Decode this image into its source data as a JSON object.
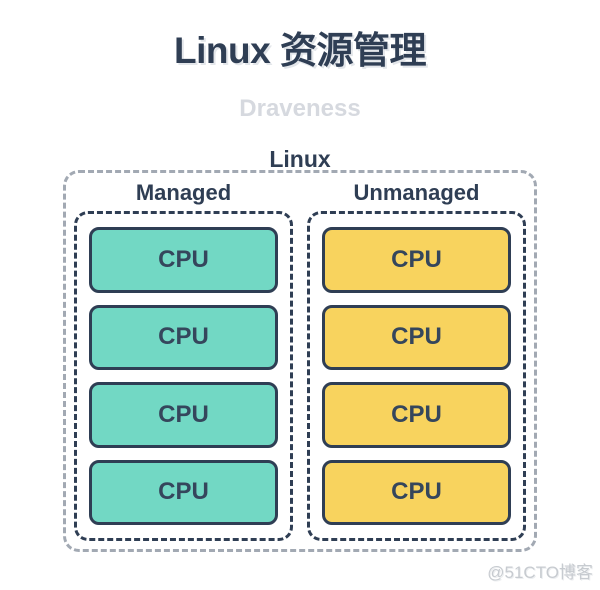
{
  "page": {
    "title": "Linux 资源管理",
    "subtitle": "Draveness",
    "watermark": "@51CTO博客"
  },
  "diagram": {
    "root_label": "Linux",
    "groups": [
      {
        "label": "Managed",
        "fill_color": "#72d8c4",
        "cpus": [
          "CPU",
          "CPU",
          "CPU",
          "CPU"
        ]
      },
      {
        "label": "Unmanaged",
        "fill_color": "#f8d35e",
        "cpus": [
          "CPU",
          "CPU",
          "CPU",
          "CPU"
        ]
      }
    ],
    "colors": {
      "navy_border_text": "#2f3e54",
      "outer_dashed_border": "#a2a9b3",
      "subtitle_gray": "#d6d9df",
      "watermark_gray": "#c7cbd0",
      "background": "#ffffff"
    }
  }
}
